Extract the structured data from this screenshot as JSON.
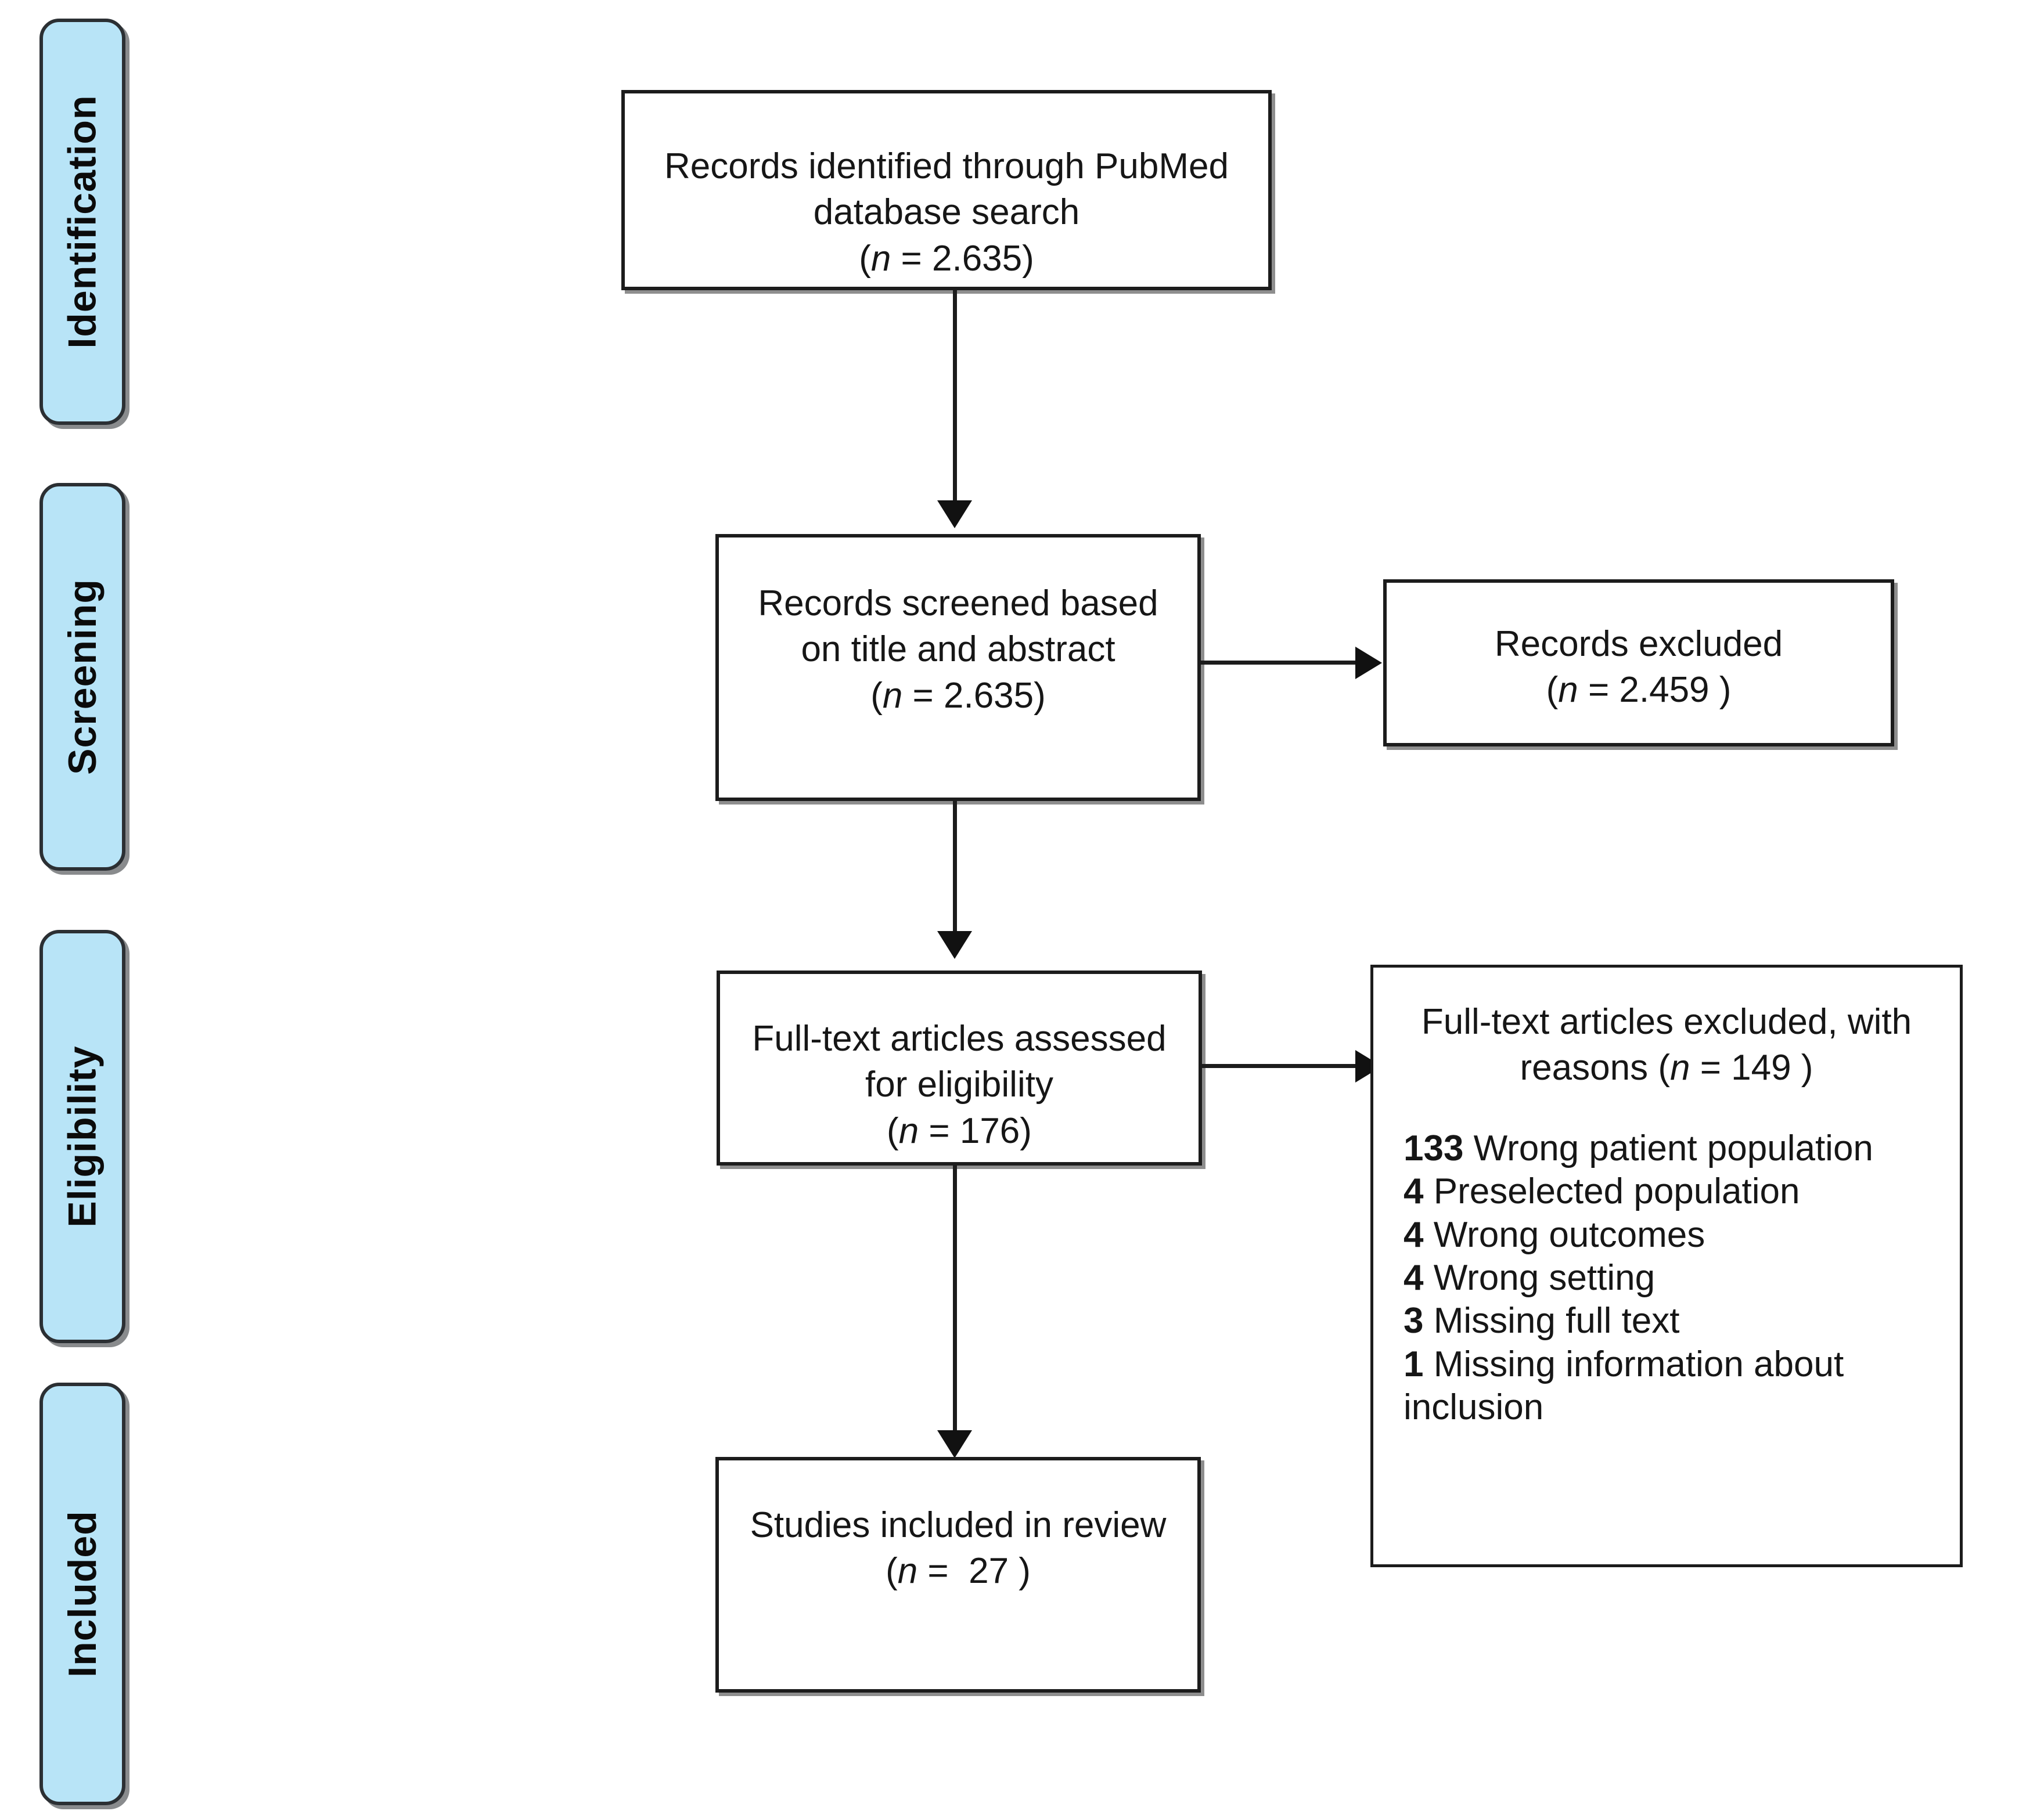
{
  "diagram": {
    "type": "prisma-flow-diagram",
    "title": "PRISMA flow diagram",
    "accent_color": "#b8e4f7",
    "line_color": "#1c1c1c",
    "background": "#ffffff"
  },
  "stages": [
    {
      "id": "identification",
      "label": "Identification"
    },
    {
      "id": "screening",
      "label": "Screening"
    },
    {
      "id": "eligibility",
      "label": "Eligibility"
    },
    {
      "id": "included",
      "label": "Included"
    }
  ],
  "boxes": {
    "identified": {
      "id": "records-identified",
      "line1": "Records identified through PubMed",
      "line2": "database search",
      "count_prefix": "(",
      "count_italic": "n",
      "count_suffix": " = 2.635)",
      "n_label": "n = 2.635"
    },
    "screened": {
      "id": "records-screened",
      "line1": "Records screened based",
      "line2": "on title and abstract",
      "count_prefix": "(",
      "count_italic": "n",
      "count_suffix": " = 2.635)",
      "n_label": "n = 2.635"
    },
    "records_excluded": {
      "id": "records-excluded",
      "line1": "Records excluded",
      "count_prefix": "(",
      "count_italic": "n",
      "count_suffix": " = 2.459 )",
      "n_label": "n = 2.459"
    },
    "full_text_assessed": {
      "id": "full-text-assessed",
      "line1": "Full-text articles assessed",
      "line2": "for eligibility",
      "count_prefix": "(",
      "count_italic": "n",
      "count_suffix": " = 176)",
      "n_label": "n = 176"
    },
    "full_text_excluded": {
      "id": "full-text-excluded",
      "line1": "Full-text articles excluded, with",
      "line2_prefix": "reasons (",
      "line2_italic": "n",
      "line2_suffix": " = 149 )",
      "n_label": "n = 149",
      "reasons": [
        {
          "count": "133",
          "text": " Wrong patient population"
        },
        {
          "count": "4",
          "text": " Preselected population"
        },
        {
          "count": "4",
          "text": " Wrong outcomes"
        },
        {
          "count": "4",
          "text": " Wrong setting"
        },
        {
          "count": "3",
          "text": " Missing full text"
        },
        {
          "count": "1",
          "text": " Missing information about inclusion"
        }
      ]
    },
    "included": {
      "id": "studies-included",
      "line1": "Studies included in review",
      "count_prefix": "(",
      "count_italic": "n",
      "count_suffix": " =  27 )",
      "n_label": "n = 27"
    }
  },
  "chart_data": {
    "type": "diagram",
    "title": "PRISMA flow diagram",
    "nodes": [
      {
        "id": "records-identified",
        "stage": "Identification",
        "label": "Records identified through PubMed database search",
        "n": 2635
      },
      {
        "id": "records-screened",
        "stage": "Screening",
        "label": "Records screened based on title and abstract",
        "n": 2635
      },
      {
        "id": "records-excluded",
        "stage": "Screening",
        "label": "Records excluded",
        "n": 2459
      },
      {
        "id": "full-text-assessed",
        "stage": "Eligibility",
        "label": "Full-text articles assessed for eligibility",
        "n": 176
      },
      {
        "id": "full-text-excluded",
        "stage": "Eligibility",
        "label": "Full-text articles excluded, with reasons",
        "n": 149
      },
      {
        "id": "studies-included",
        "stage": "Included",
        "label": "Studies included in review",
        "n": 27
      }
    ],
    "edges": [
      {
        "from": "records-identified",
        "to": "records-screened",
        "direction": "down"
      },
      {
        "from": "records-screened",
        "to": "records-excluded",
        "direction": "right"
      },
      {
        "from": "records-screened",
        "to": "full-text-assessed",
        "direction": "down"
      },
      {
        "from": "full-text-assessed",
        "to": "full-text-excluded",
        "direction": "right"
      },
      {
        "from": "full-text-assessed",
        "to": "studies-included",
        "direction": "down"
      }
    ],
    "exclusion_reasons": {
      "total": 149,
      "categories": [
        "Wrong patient population",
        "Preselected population",
        "Wrong outcomes",
        "Wrong setting",
        "Missing full text",
        "Missing information about inclusion"
      ],
      "values": [
        133,
        4,
        4,
        4,
        3,
        1
      ]
    }
  }
}
